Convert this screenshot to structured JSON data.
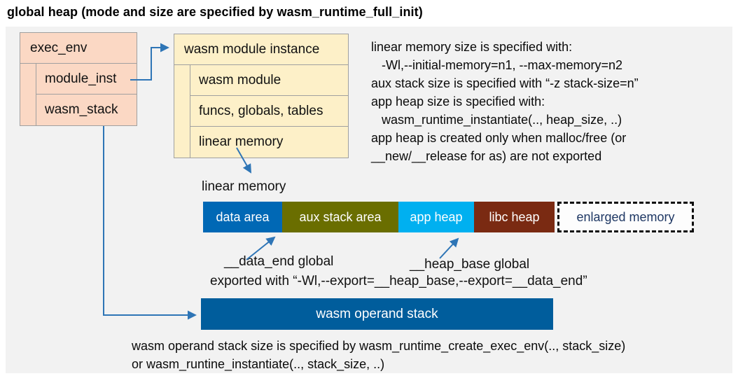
{
  "title": "global heap (mode and size are specified by wasm_runtime_full_init)",
  "exec_env_box": {
    "header": "exec_env",
    "rows": [
      "module_inst",
      "wasm_stack"
    ]
  },
  "module_instance_box": {
    "header": "wasm module instance",
    "rows": [
      "wasm module",
      "funcs, globals, tables",
      "linear memory"
    ]
  },
  "notes_linear_memory": {
    "lines": [
      "linear memory size is specified with:",
      "   -Wl,--initial-memory=n1, --max-memory=n2",
      "aux stack size is specified with “-z stack-size=n”",
      "app heap size is specified with:",
      "   wasm_runtime_instantiate(.., heap_size, ..)",
      "app heap is created only when malloc/free (or",
      "__new/__release for as) are not exported"
    ]
  },
  "linear_memory": {
    "label": "linear memory",
    "segments": [
      {
        "label": "data area",
        "color": "#0068b5",
        "style": "solid"
      },
      {
        "label": "aux stack area",
        "color": "#6a6e00",
        "style": "solid"
      },
      {
        "label": "app heap",
        "color": "#00b0f0",
        "style": "solid"
      },
      {
        "label": "libc heap",
        "color": "#7a2a12",
        "style": "solid"
      },
      {
        "label": "enlarged memory",
        "color": "#fdfdfd",
        "style": "dashed",
        "text_color": "#1f3864"
      }
    ],
    "annotations": {
      "data_end": "__data_end global",
      "heap_base": "__heap_base global",
      "exported": "exported with “-Wl,--export=__heap_base,--export=__data_end”"
    }
  },
  "operand_stack": {
    "label": "wasm operand stack",
    "notes": [
      "wasm operand stack size is specified by wasm_runtime_create_exec_env(.., stack_size)",
      "or wasm_runtine_instantiate(.., stack_size, ..)"
    ]
  },
  "colors": {
    "panel_bg": "#f2f2f2",
    "exec_env_fill": "#fbd8c4",
    "instance_fill": "#fdf0c8",
    "box_border": "#a0a0a0",
    "arrow_blue": "#2e75b6",
    "data_area": "#0068b5",
    "aux_stack_area": "#6a6e00",
    "app_heap": "#00b0f0",
    "libc_heap": "#7a2a12",
    "enlarged_memory_text": "#1f3864",
    "operand_stack_fill": "#005d9c"
  }
}
